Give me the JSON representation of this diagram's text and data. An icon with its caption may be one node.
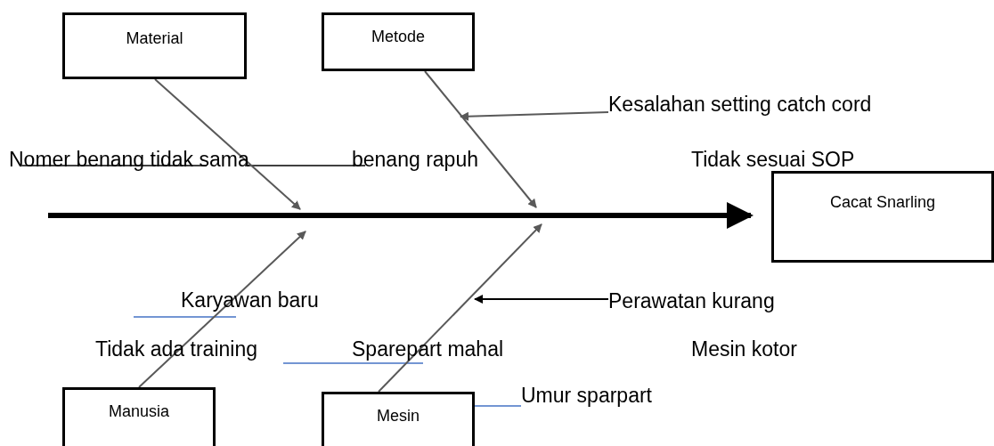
{
  "diagram": {
    "nodes": [
      {
        "text": [
          "Material"
        ]
      },
      {
        "text": [
          "Metode"
        ]
      },
      {
        "text": [
          "Kesalahan setting catch cord"
        ]
      },
      {
        "text": [
          "Cacat Snarling"
        ]
      },
      {
        "text": [
          "Perawatan kurang"
        ]
      },
      {
        "text": [
          "Manusia"
        ]
      },
      {
        "text": [
          "Mesin"
        ]
      }
    ],
    "edges": [
      {
        "from": 0,
        "to": null,
        "arrow": "to"
      },
      {
        "from": 1,
        "to": null,
        "arrow": "to"
      },
      {
        "from": 2,
        "to": null,
        "arrow": "to"
      },
      {
        "from": null,
        "to": 3,
        "arrow": "to",
        "style": "thick",
        "color": "#000000"
      },
      {
        "from": 5,
        "to": null,
        "arrow": "to"
      },
      {
        "from": 6,
        "to": null,
        "arrow": "to"
      },
      {
        "from": 4,
        "to": null,
        "arrow": "to",
        "color": "#000000"
      }
    ],
    "labels": [
      "Nomer benang tidak sama",
      "benang rapuh",
      "Tidak sesuai SOP",
      "Karyawan baru",
      "Tidak ada training",
      "Sparepart mahal",
      "Mesin kotor",
      "Umur sparpart"
    ]
  }
}
